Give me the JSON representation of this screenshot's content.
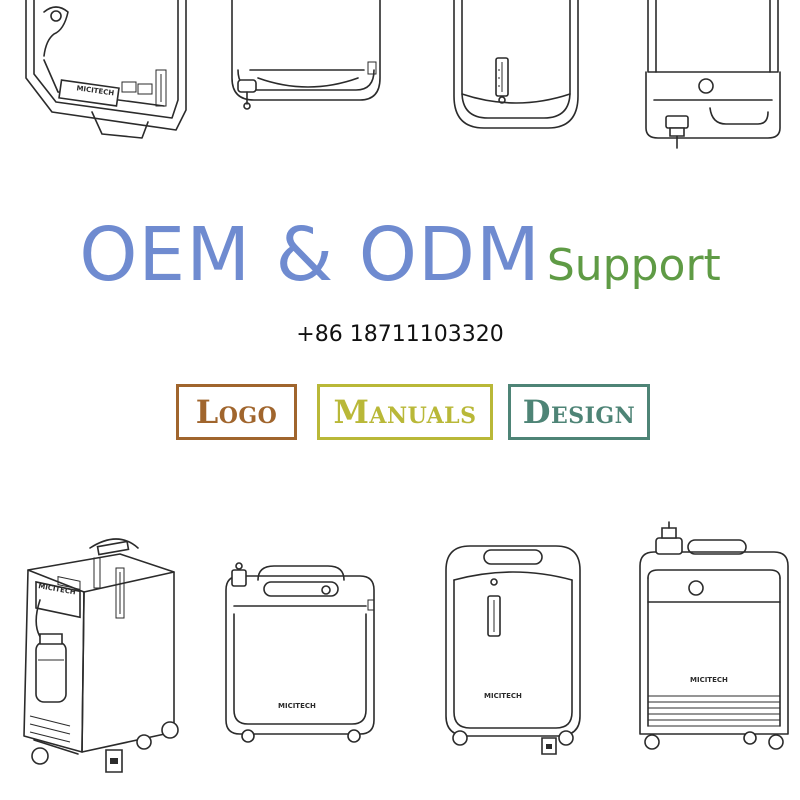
{
  "headline": {
    "main": "OEM & ODM",
    "sub": "Support",
    "main_color": "#6f8bd0",
    "sub_color": "#5f9b45"
  },
  "contact": {
    "phone": "+86 18711103320"
  },
  "services": [
    {
      "label": "Logo",
      "color": "#a0652d"
    },
    {
      "label": "Manuals",
      "color": "#b9b838"
    },
    {
      "label": "Design",
      "color": "#4e8476"
    }
  ],
  "products": {
    "brand_label": "MICITECH",
    "top_panel_label": "MICITECH",
    "line_color": "#2b2b2b"
  }
}
